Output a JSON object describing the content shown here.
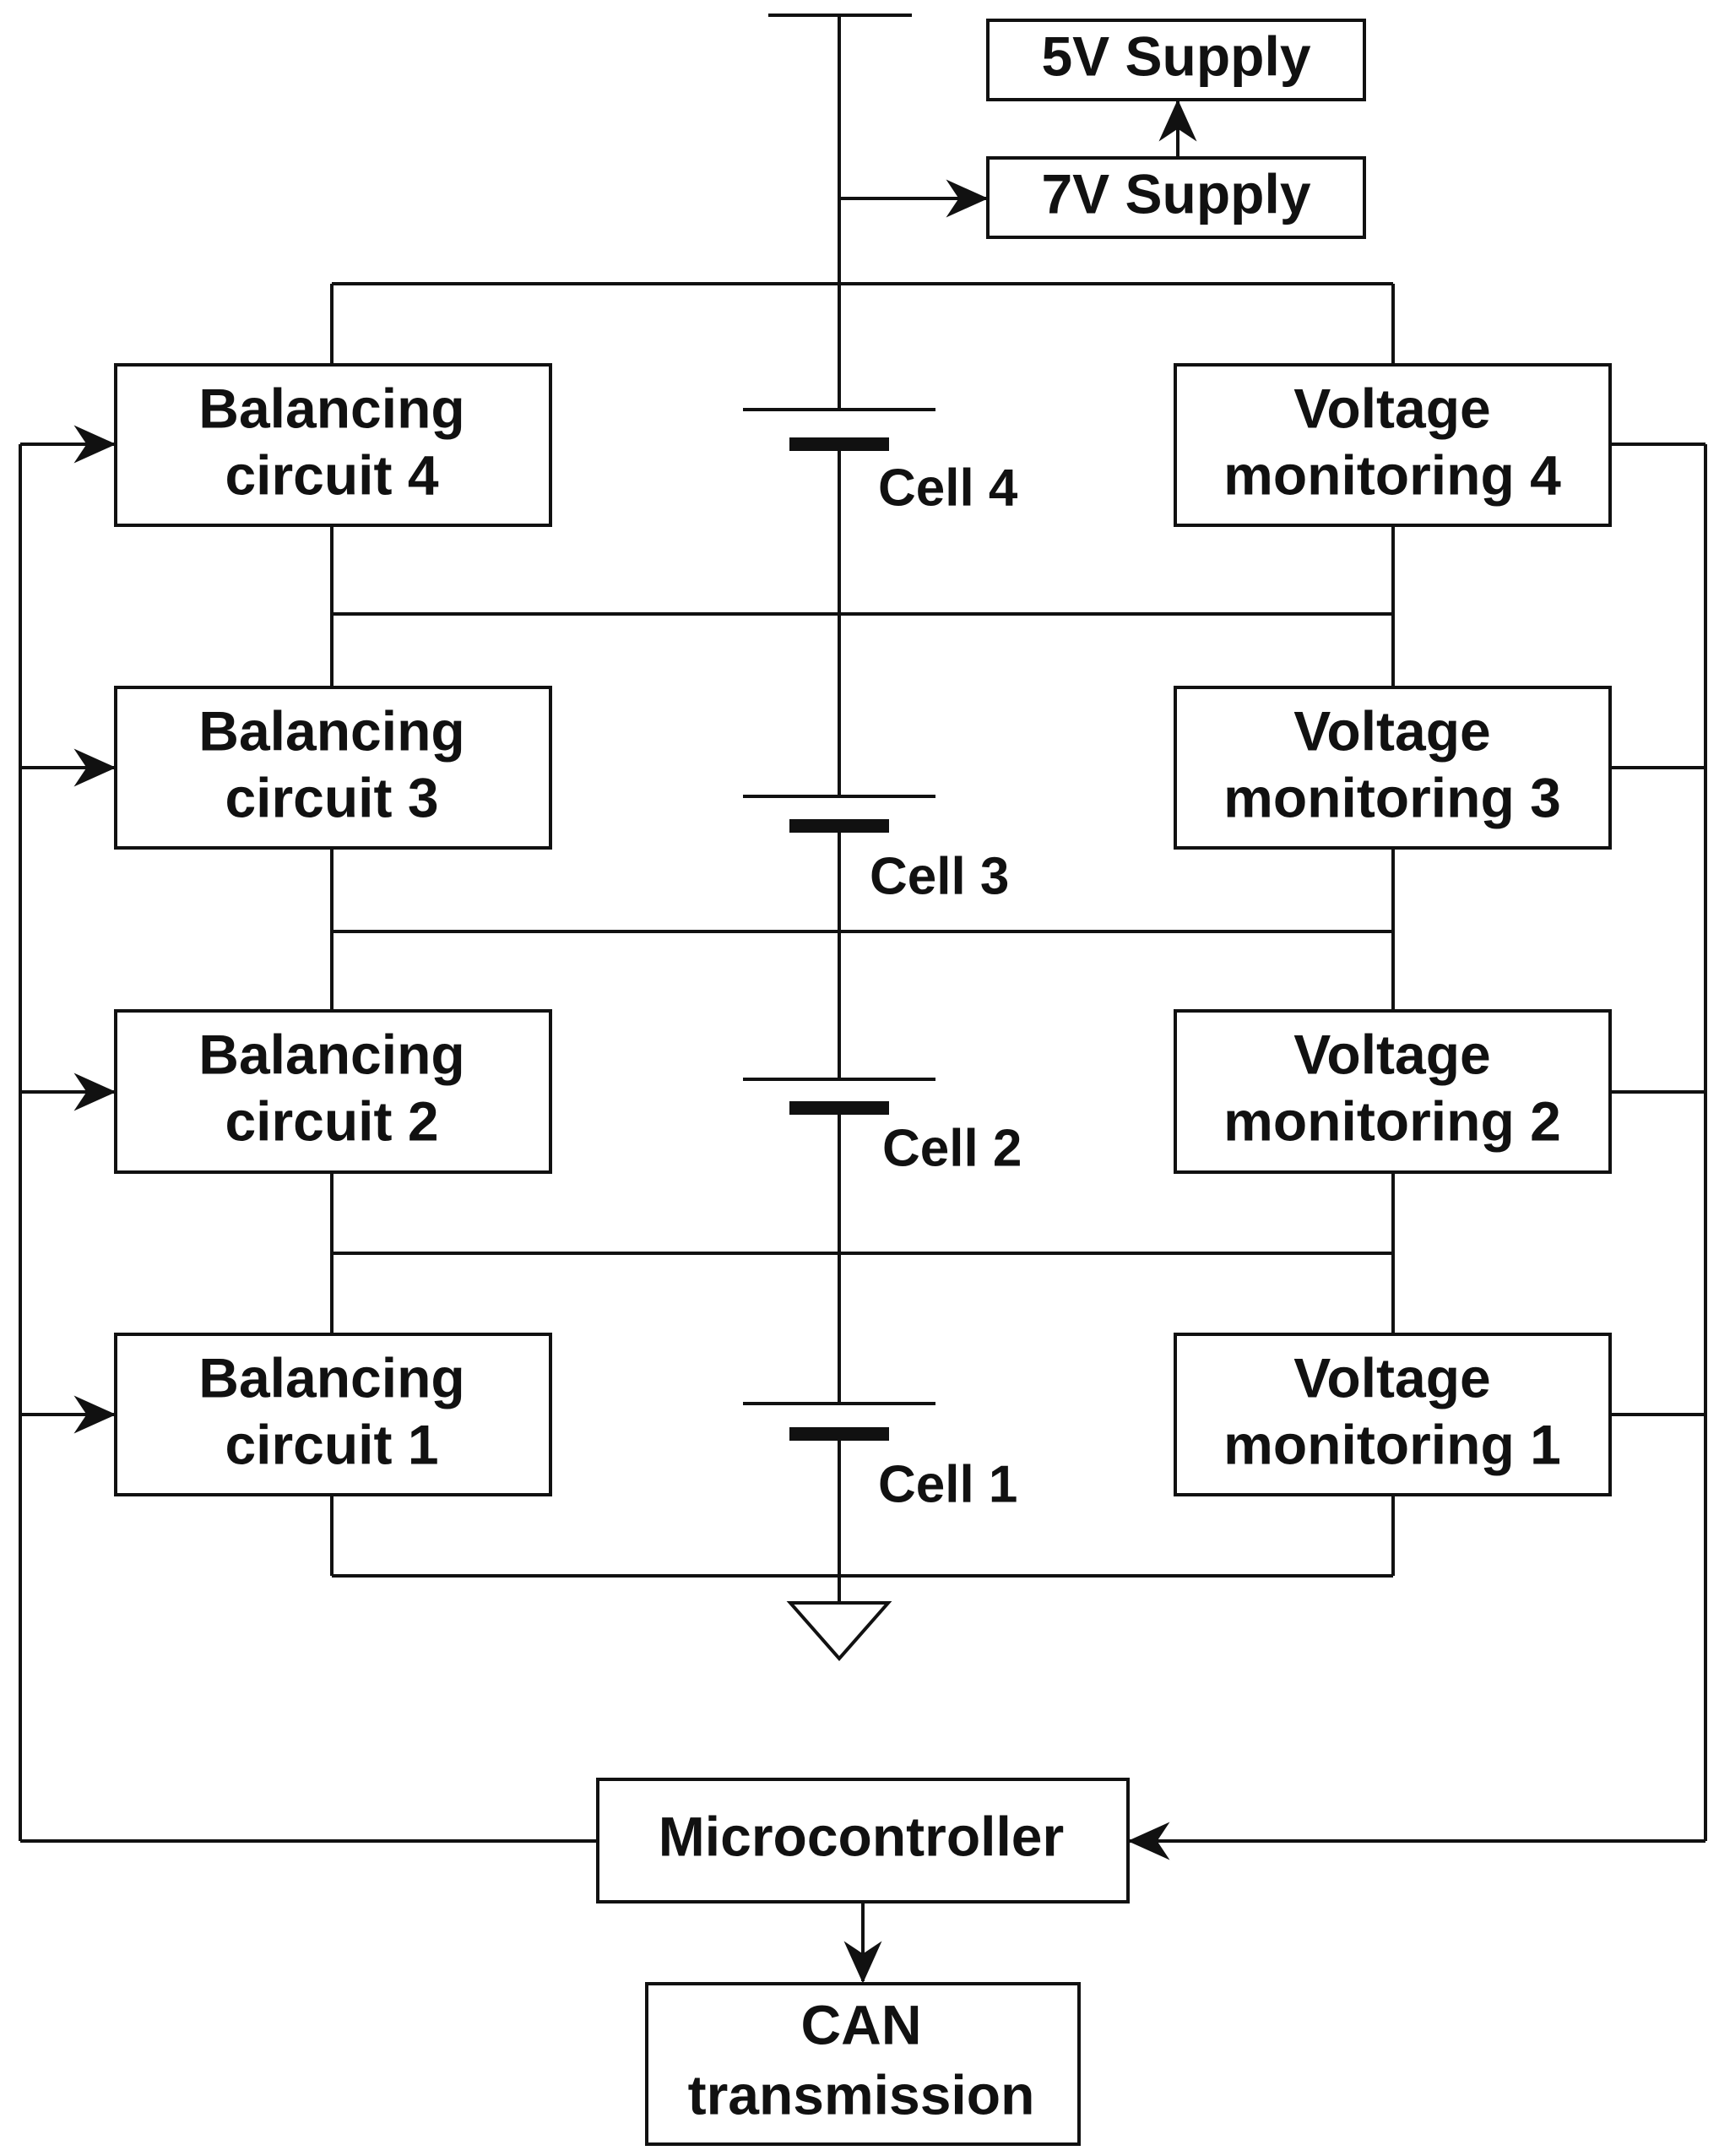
{
  "supplies": {
    "v5": "5V Supply",
    "v7": "7V Supply"
  },
  "balancing": [
    {
      "line1": "Balancing",
      "line2": "circuit 4"
    },
    {
      "line1": "Balancing",
      "line2": "circuit 3"
    },
    {
      "line1": "Balancing",
      "line2": "circuit 2"
    },
    {
      "line1": "Balancing",
      "line2": "circuit 1"
    }
  ],
  "monitoring": [
    {
      "line1": "Voltage",
      "line2": "monitoring 4"
    },
    {
      "line1": "Voltage",
      "line2": "monitoring 3"
    },
    {
      "line1": "Voltage",
      "line2": "monitoring 2"
    },
    {
      "line1": "Voltage",
      "line2": "monitoring 1"
    }
  ],
  "cells": [
    "Cell 4",
    "Cell 3",
    "Cell 2",
    "Cell 1"
  ],
  "microcontroller": "Microcontroller",
  "can": {
    "line1": "CAN",
    "line2": "transmission"
  }
}
